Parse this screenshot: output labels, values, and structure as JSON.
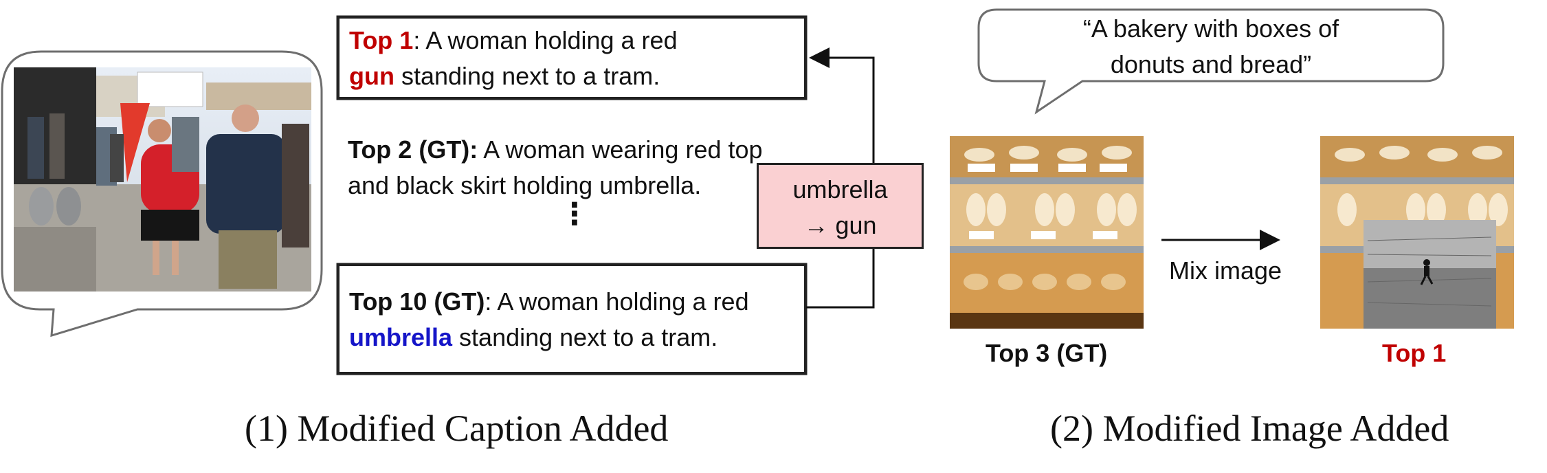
{
  "part1": {
    "subtitle": "(1) Modified Caption Added",
    "top1": {
      "rank": "Top 1",
      "text1": ": A woman holding a red",
      "highlight": "gun",
      "text2": " standing next to a tram."
    },
    "top2": {
      "rank": "Top 2 (GT):",
      "line1": " A woman wearing red top",
      "line2": "and black skirt holding umbrella."
    },
    "ellipsis": "⋮",
    "top10": {
      "rank": "Top 10 (GT)",
      "text1": ": A woman holding a red",
      "highlight": "umbrella",
      "text2": " standing next to a tram."
    },
    "edit": {
      "line1": "umbrella",
      "line2": "→ gun"
    }
  },
  "part2": {
    "subtitle": "(2) Modified Image Added",
    "quote_line1": "“A bakery with boxes of",
    "quote_line2": "donuts and bread”",
    "left_label": "Top 3 (GT)",
    "arrow_label": "Mix image",
    "right_label": "Top 1"
  },
  "colors": {
    "red": "#c00000",
    "blue": "#1515c8",
    "edit_bg": "#fad0d2"
  }
}
